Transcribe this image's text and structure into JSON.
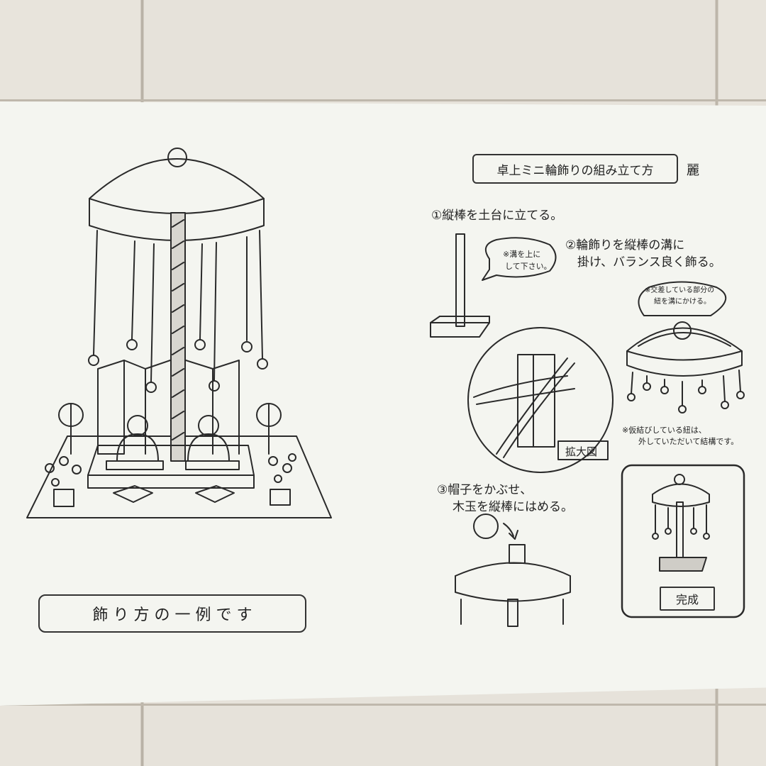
{
  "sheet": {
    "title": "卓上ミニ輪飾りの組み立て方",
    "title_mark": "麗",
    "example_caption": "飾 り 方 の 一 例 で す",
    "step1": "①縦棒を土台に立てる。",
    "step1_note_line1": "※溝を上に",
    "step1_note_line2": "して下さい。",
    "step2_line1": "②輪飾りを縦棒の溝に",
    "step2_line2": "掛け、バランス良く飾る。",
    "step2_note_line1": "※交差している部分の",
    "step2_note_line2": "紐を溝にかける。",
    "zoom_label": "拡大図",
    "remove_note_line1": "※仮結びしている紐は、",
    "remove_note_line2": "外していただいて結構です。",
    "step3_line1": "③帽子をかぶせ、",
    "step3_line2": "木玉を縦棒にはめる。",
    "complete_label": "完成"
  },
  "colors": {
    "ink": "#2a2a2a",
    "paper": "#f4f5f0",
    "floor": "#e8e4dc"
  }
}
